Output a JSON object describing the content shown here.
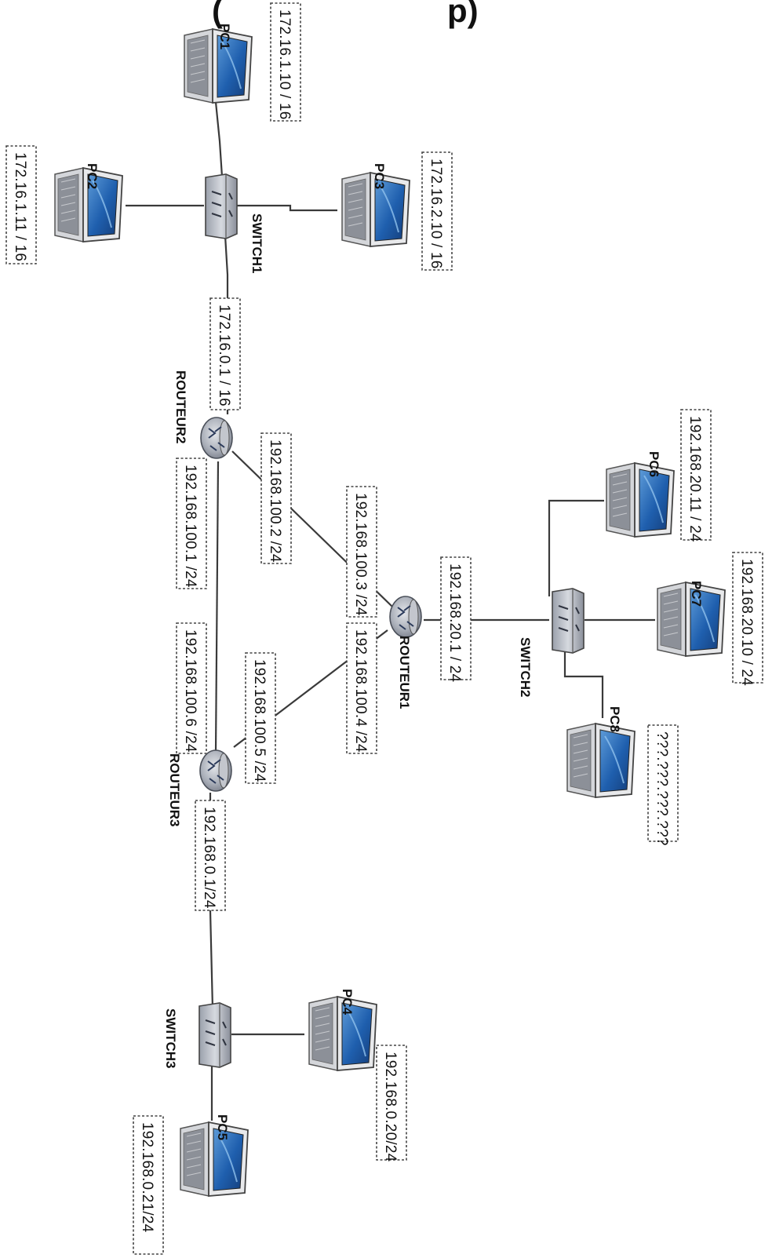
{
  "header": {
    "title_fragment": "(",
    "title_fragment_right": "p)"
  },
  "devices": {
    "pc1": "PC1",
    "pc2": "PC2",
    "pc3": "PC3",
    "pc4": "PC4",
    "pc5": "PC5",
    "pc6": "PC6",
    "pc7": "PC7",
    "pc8": "PC8",
    "switch1": "SWITCH1",
    "switch2": "SWITCH2",
    "switch3": "SWITCH3",
    "routeur1": "ROUTEUR1",
    "routeur2": "ROUTEUR2",
    "routeur3": "ROUTEUR3"
  },
  "addresses": {
    "pc1": "172.16.1.10 / 16",
    "pc2": "172.16.1.11 / 16",
    "pc3": "172.16.2.10 / 16",
    "r2_lan": "172.16.0.1 / 16",
    "r2_to_r1": "192.168.100.2 /24",
    "r2_to_r3": "192.168.100.1 /24",
    "r1_to_r2": "192.168.100.3 /24",
    "r1_to_r3": "192.168.100.4 /24",
    "r1_lan": "192.168.20.1 / 24",
    "r3_to_r1": "192.168.100.5 /24",
    "r3_to_r2": "192.168.100.6 /24",
    "r3_lan": "192.168.0.1/24",
    "pc4": "192.168.0.20/24",
    "pc5": "192.168.0.21/24",
    "pc6": "192.168.20.11 / 24",
    "pc7": "192.168.20.10 / 24",
    "pc8": "???.???.???.???"
  },
  "colors": {
    "screen": "#1f5fae",
    "screen_light": "#6aa6dd",
    "device_body": "#b8bcc6",
    "device_dark": "#7b808c"
  }
}
